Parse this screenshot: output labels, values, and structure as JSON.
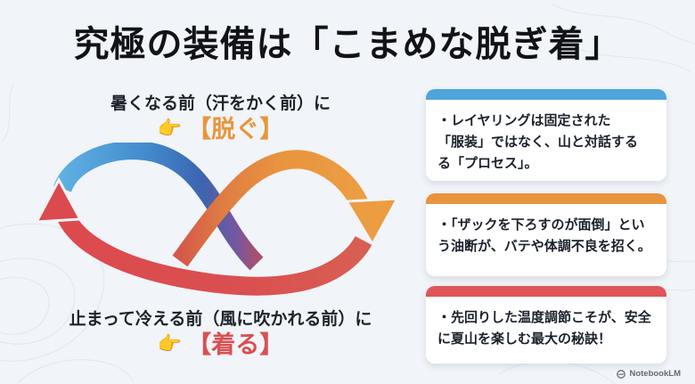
{
  "slide": {
    "title": "究極の装備は「こまめな脱ぎ着」",
    "background_color": "#f1f4f8"
  },
  "cycle": {
    "top_caption": "暑くなる前（汗をかく前）に",
    "top_action": "【脱ぐ】",
    "top_action_color": "#e8953c",
    "bottom_caption": "止まって冷える前（風に吹かれる前）に",
    "bottom_action": "【着る】",
    "bottom_action_color": "#d94f52",
    "pointer_emoji": "👉",
    "arrow_colors": {
      "blue": "#4fa6dc",
      "orange": "#e8943e",
      "red": "#db4b4e"
    }
  },
  "cards": [
    {
      "accent": "#4fa5db",
      "lines": [
        "・レイヤリングは固定された",
        "「服装」ではなく、山と対話する",
        "る「プロセス」。"
      ]
    },
    {
      "accent": "#e8943e",
      "lines": [
        "・「ザックを下ろすのが面倒」とい",
        "う油断が、バテや体調不良を招く。"
      ]
    },
    {
      "accent": "#e05558",
      "lines": [
        "・先回りした温度調節こそが、安全",
        "に夏山を楽しむ最大の秘訣！"
      ]
    }
  ],
  "footer": {
    "brand": "NotebookLM"
  }
}
